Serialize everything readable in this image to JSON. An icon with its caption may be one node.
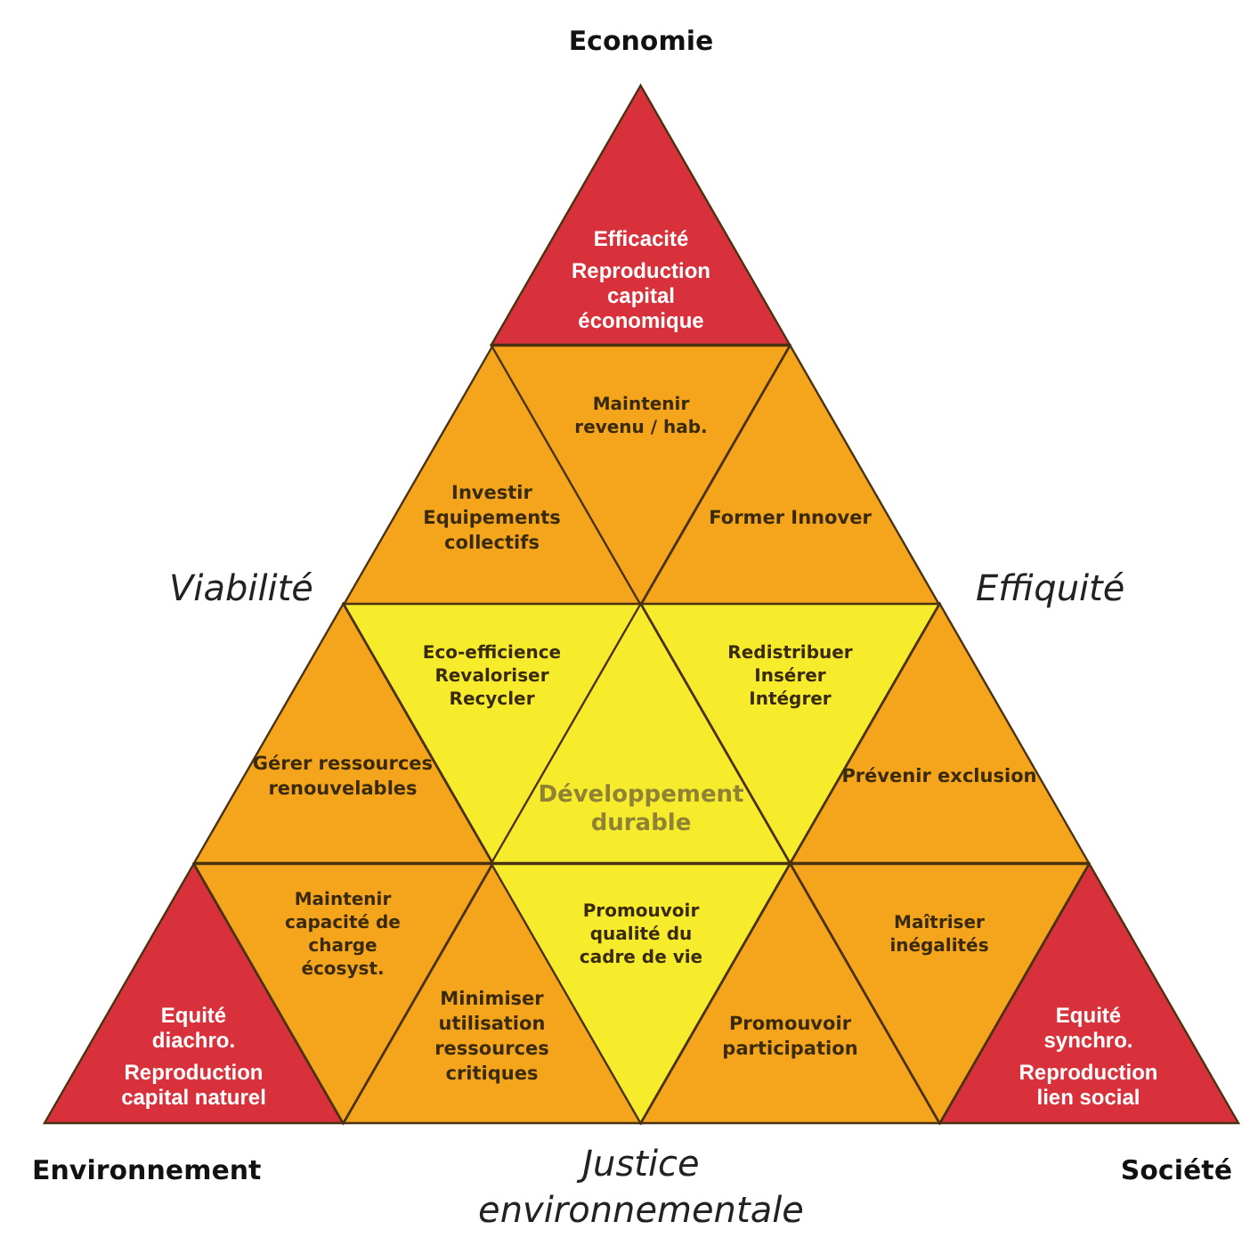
{
  "diagram": {
    "nodes": [
      {
        "text": [
          "Efficacité",
          "Reproduction capital économique"
        ]
      },
      {
        "text": [
          "Investir Equipements collectifs"
        ]
      },
      {
        "text": [
          "Maintenir revenu / hab."
        ]
      },
      {
        "text": [
          "Former Innover"
        ]
      },
      {
        "text": [
          "Gérer ressources renouvelables"
        ]
      },
      {
        "text": [
          "Eco-efficience Revaloriser Recycler"
        ]
      },
      {
        "text": [
          "Développement durable"
        ]
      },
      {
        "text": [
          "Redistribuer Insérer Intégrer"
        ]
      },
      {
        "text": [
          "Prévenir exclusion"
        ]
      },
      {
        "text": [
          "Equité diachro.",
          "Reproduction capital naturel"
        ]
      },
      {
        "text": [
          "Maintenir capacité de charge écosyst."
        ]
      },
      {
        "text": [
          "Minimiser utilisation ressources critiques"
        ]
      },
      {
        "text": [
          "Promouvoir qualité du cadre de vie"
        ]
      },
      {
        "text": [
          "Promouvoir participation"
        ]
      },
      {
        "text": [
          "Maîtriser inégalités"
        ]
      },
      {
        "text": [
          "Equité synchro.",
          "Reproduction lien social"
        ]
      }
    ],
    "labels": [
      "Economie",
      "Viabilité",
      "Effiquité",
      "Environnement",
      "Justice environnementale",
      "Société"
    ]
  }
}
